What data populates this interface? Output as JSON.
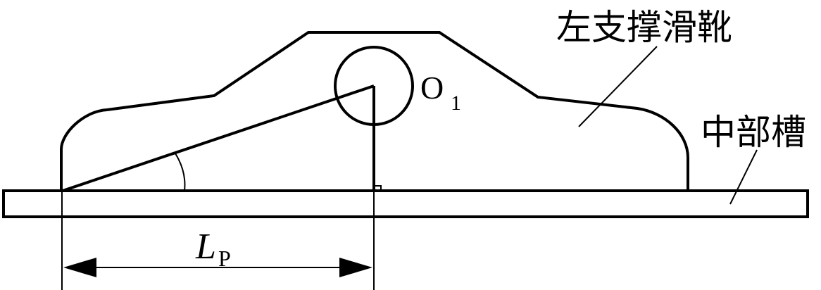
{
  "labels": {
    "slipper": "左支撑滑靴",
    "trough": "中部槽",
    "pivot_main": "O",
    "pivot_sub": "1",
    "distance_main": "L",
    "distance_sub": "P"
  },
  "colors": {
    "line": "#000000",
    "background": "#ffffff"
  }
}
